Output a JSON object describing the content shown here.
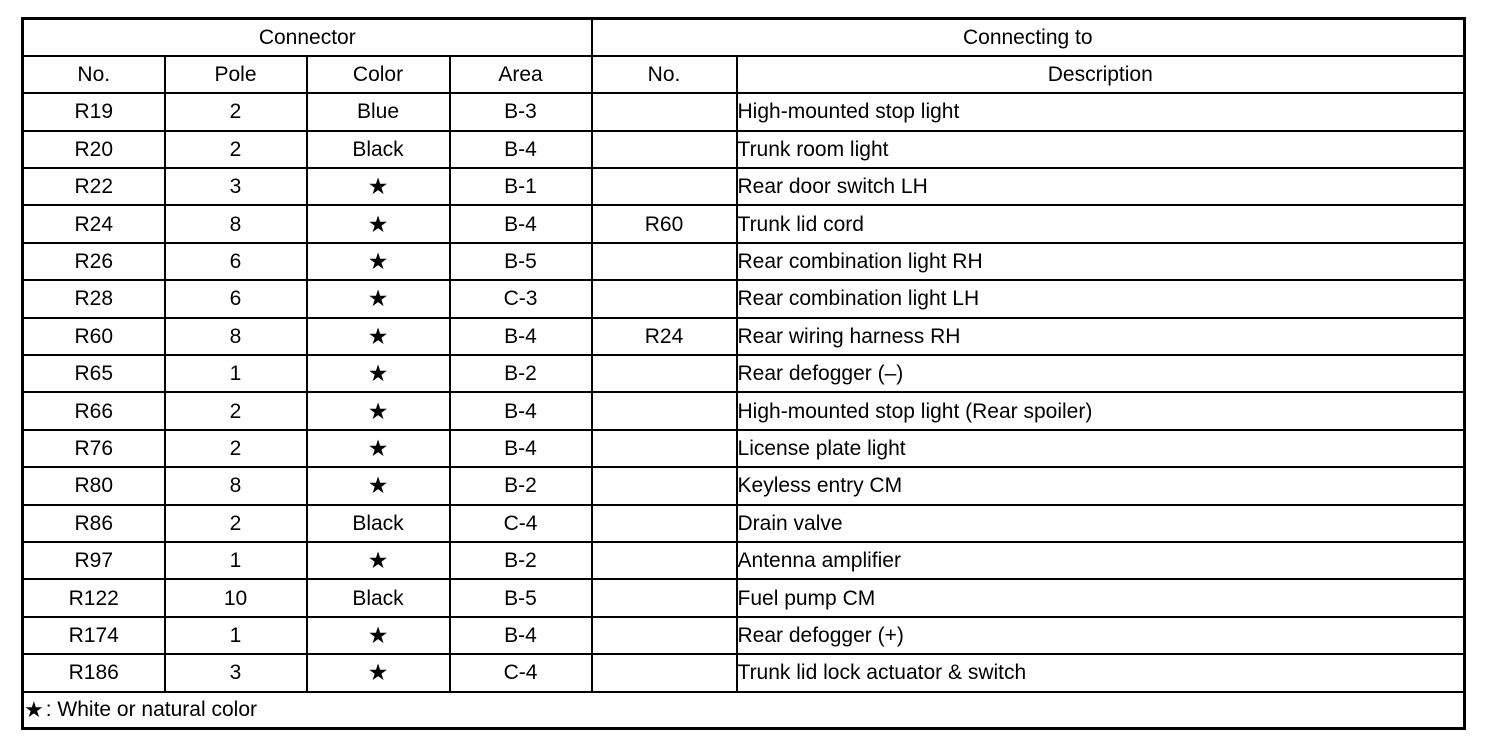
{
  "table": {
    "group_headers": [
      {
        "label": "Connector",
        "span": 4
      },
      {
        "label": "Connecting to",
        "span": 2
      }
    ],
    "columns": [
      {
        "key": "no",
        "label": "No."
      },
      {
        "key": "pole",
        "label": "Pole"
      },
      {
        "key": "color",
        "label": "Color"
      },
      {
        "key": "area",
        "label": "Area"
      },
      {
        "key": "to_no",
        "label": "No."
      },
      {
        "key": "description",
        "label": "Description"
      }
    ],
    "rows": [
      {
        "no": "R19",
        "pole": "2",
        "color": "Blue",
        "area": "B-3",
        "to_no": "",
        "description": "High-mounted stop light"
      },
      {
        "no": "R20",
        "pole": "2",
        "color": "Black",
        "area": "B-4",
        "to_no": "",
        "description": "Trunk room light"
      },
      {
        "no": "R22",
        "pole": "3",
        "color": "★",
        "area": "B-1",
        "to_no": "",
        "description": "Rear door switch LH"
      },
      {
        "no": "R24",
        "pole": "8",
        "color": "★",
        "area": "B-4",
        "to_no": "R60",
        "description": "Trunk lid cord"
      },
      {
        "no": "R26",
        "pole": "6",
        "color": "★",
        "area": "B-5",
        "to_no": "",
        "description": "Rear combination light RH"
      },
      {
        "no": "R28",
        "pole": "6",
        "color": "★",
        "area": "C-3",
        "to_no": "",
        "description": "Rear combination light LH"
      },
      {
        "no": "R60",
        "pole": "8",
        "color": "★",
        "area": "B-4",
        "to_no": "R24",
        "description": "Rear wiring harness RH"
      },
      {
        "no": "R65",
        "pole": "1",
        "color": "★",
        "area": "B-2",
        "to_no": "",
        "description": "Rear defogger (–)"
      },
      {
        "no": "R66",
        "pole": "2",
        "color": "★",
        "area": "B-4",
        "to_no": "",
        "description": "High-mounted stop light (Rear spoiler)"
      },
      {
        "no": "R76",
        "pole": "2",
        "color": "★",
        "area": "B-4",
        "to_no": "",
        "description": "License plate light"
      },
      {
        "no": "R80",
        "pole": "8",
        "color": "★",
        "area": "B-2",
        "to_no": "",
        "description": "Keyless entry CM"
      },
      {
        "no": "R86",
        "pole": "2",
        "color": "Black",
        "area": "C-4",
        "to_no": "",
        "description": "Drain valve"
      },
      {
        "no": "R97",
        "pole": "1",
        "color": "★",
        "area": "B-2",
        "to_no": "",
        "description": "Antenna amplifier"
      },
      {
        "no": "R122",
        "pole": "10",
        "color": "Black",
        "area": "B-5",
        "to_no": "",
        "description": "Fuel pump CM"
      },
      {
        "no": "R174",
        "pole": "1",
        "color": "★",
        "area": "B-4",
        "to_no": "",
        "description": "Rear defogger (+)"
      },
      {
        "no": "R186",
        "pole": "3",
        "color": "★",
        "area": "C-4",
        "to_no": "",
        "description": "Trunk lid lock actuator & switch"
      }
    ],
    "footnote": {
      "symbol": "★",
      "text": ": White or natural color"
    }
  },
  "colors": {
    "ink": "#000000",
    "paper": "#ffffff"
  }
}
